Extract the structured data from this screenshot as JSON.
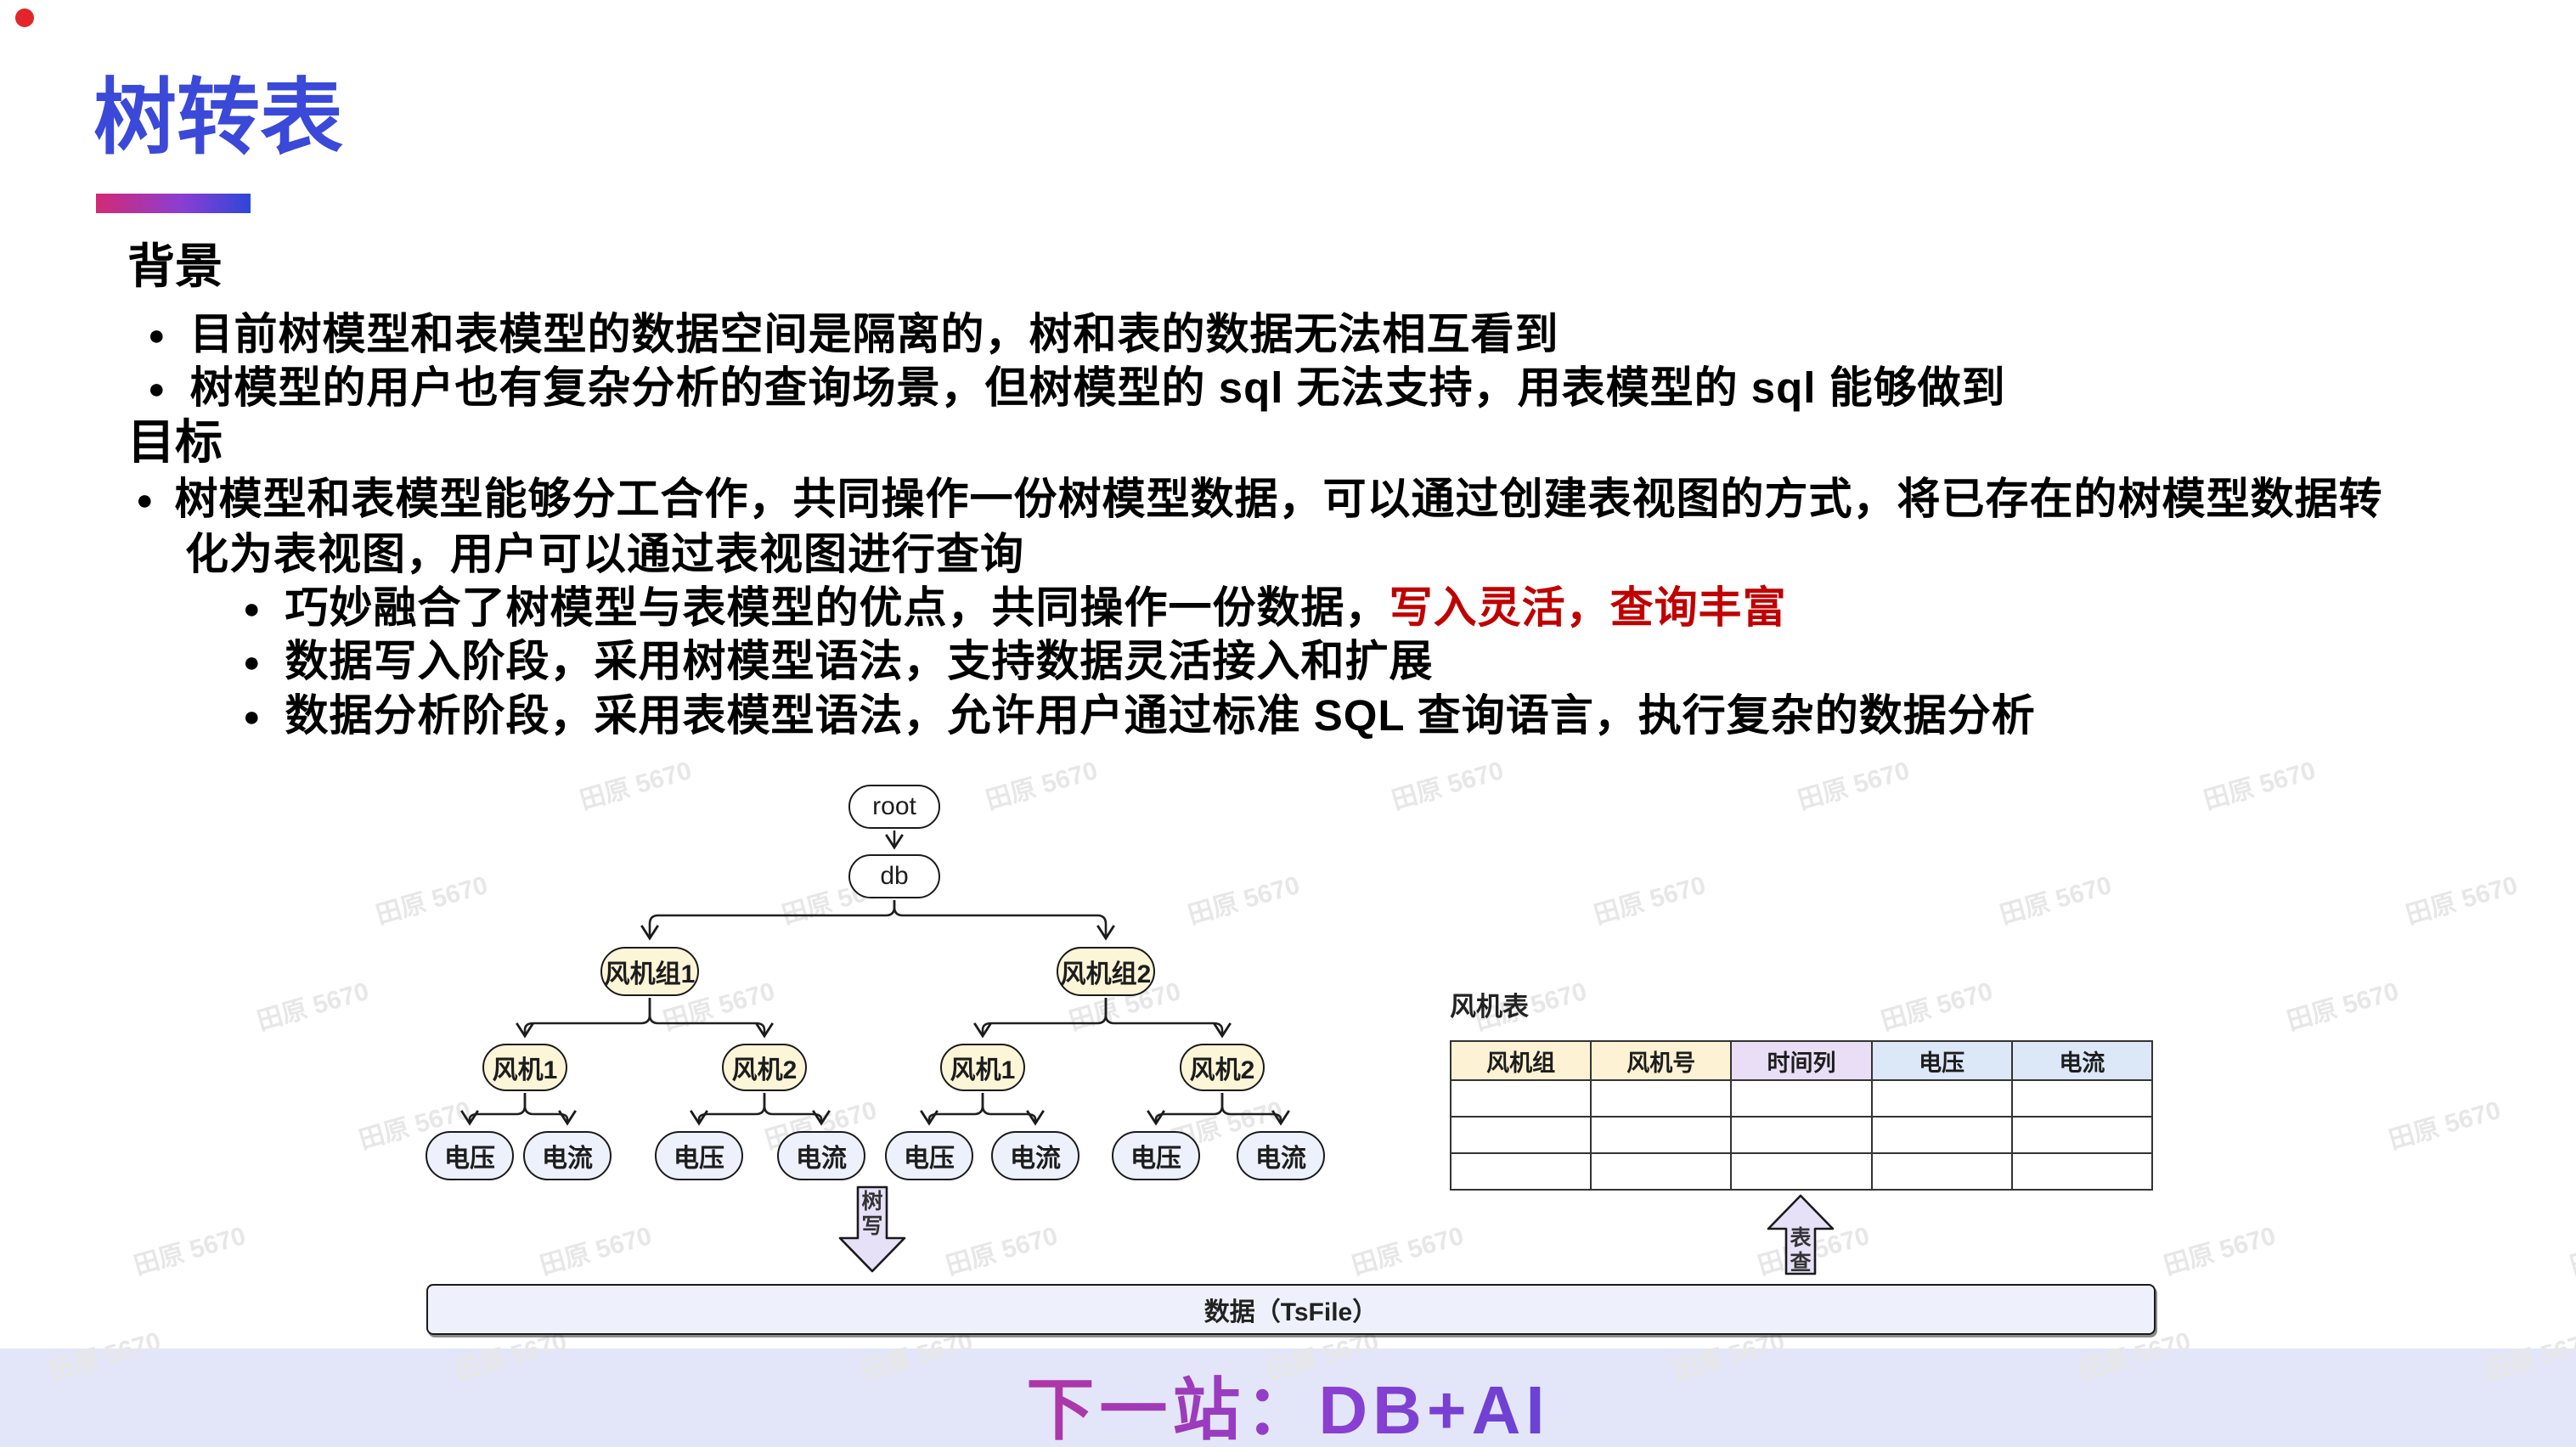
{
  "slide": {
    "title": "树转表",
    "footer": "下一站：DB+AI"
  },
  "colors": {
    "title_blue": "#3b49d8",
    "bar_gradient": [
      "#d32a74",
      "#8b3ed2",
      "#2e47d8"
    ],
    "highlight_red": "#c00000",
    "node_yellow": "#fdf5d8",
    "node_blue": "#edf1fb",
    "header_yellow": "#fdf3d4",
    "header_purple": "#e9def5",
    "header_blue": "#dce7f8",
    "footer_band": "#e3e6f9"
  },
  "background": {
    "heading": "背景",
    "bullets": [
      "目前树模型和表模型的数据空间是隔离的，树和表的数据无法相互看到",
      "树模型的用户也有复杂分析的查询场景，但树模型的 sql 无法支持，用表模型的 sql 能够做到"
    ]
  },
  "goal": {
    "heading": "目标",
    "bullet": "树模型和表模型能够分工合作，共同操作一份树模型数据，可以通过创建表视图的方式，将已存在的树模型数据转化为表视图，用户可以通过表视图进行查询",
    "sub_bullets": [
      {
        "text": "巧妙融合了树模型与表模型的优点，共同操作一份数据，",
        "highlight": "写入灵活，查询丰富"
      },
      {
        "text": "数据写入阶段，采用树模型语法，支持数据灵活接入和扩展",
        "highlight": ""
      },
      {
        "text": "数据分析阶段，采用表模型语法，允许用户通过标准 SQL 查询语言，执行复杂的数据分析",
        "highlight": ""
      }
    ]
  },
  "tree": {
    "nodes": [
      {
        "label": "root"
      },
      {
        "label": "db"
      },
      {
        "label": "风机组1"
      },
      {
        "label": "风机组2"
      },
      {
        "label": "风机1"
      },
      {
        "label": "风机2"
      },
      {
        "label": "风机1"
      },
      {
        "label": "风机2"
      },
      {
        "label": "电压"
      },
      {
        "label": "电流"
      },
      {
        "label": "电压"
      },
      {
        "label": "电流"
      },
      {
        "label": "电压"
      },
      {
        "label": "电流"
      },
      {
        "label": "电压"
      },
      {
        "label": "电流"
      }
    ],
    "write_arrow_label": "树写",
    "query_arrow_label": "表查"
  },
  "table": {
    "caption": "风机表",
    "columns": [
      "风机组",
      "风机号",
      "时间列",
      "电压",
      "电流"
    ],
    "rows": [
      [
        "",
        "",
        "",
        "",
        ""
      ],
      [
        "",
        "",
        "",
        "",
        ""
      ],
      [
        "",
        "",
        "",
        "",
        ""
      ]
    ]
  },
  "storage_bar": {
    "label": "数据（TsFile）"
  },
  "watermark": {
    "text": "田原 5670"
  }
}
